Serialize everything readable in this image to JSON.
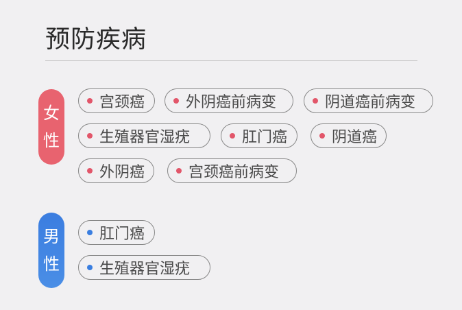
{
  "header": {
    "title": "预防疾病"
  },
  "colors": {
    "female": "#e8636f",
    "male": "#3b7de0",
    "pill_border": "#888888",
    "background": "#f1f0f2"
  },
  "female": {
    "label_line1": "女",
    "label_line2": "性",
    "tags": [
      "宫颈癌",
      "外阴癌前病变",
      "阴道癌前病变",
      "生殖器官湿疣",
      "肛门癌",
      "阴道癌",
      "外阴癌",
      "宫颈癌前病变"
    ]
  },
  "male": {
    "label_line1": "男",
    "label_line2": "性",
    "tags": [
      "肛门癌",
      "生殖器官湿疣"
    ]
  }
}
